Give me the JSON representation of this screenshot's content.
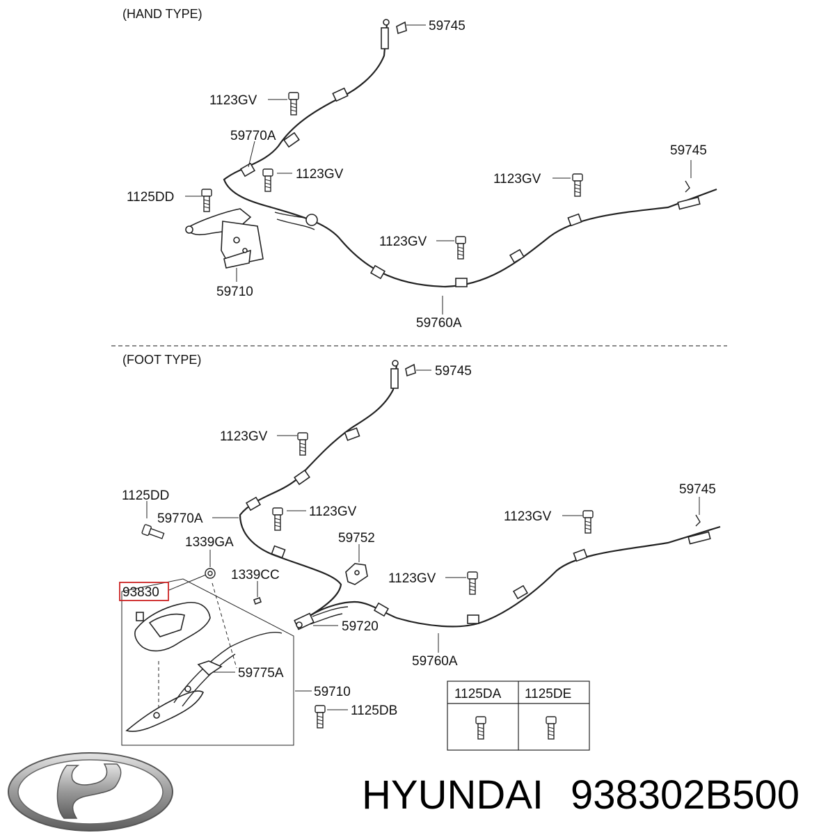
{
  "sections": {
    "hand": "(HAND TYPE)",
    "foot": "(FOOT TYPE)"
  },
  "hand_labels": {
    "c59745_top": "59745",
    "c1123gv_a": "1123GV",
    "c59770a": "59770A",
    "c1123gv_b": "1123GV",
    "c1125dd": "1125DD",
    "c59710": "59710",
    "c59745_right": "59745",
    "c1123gv_c": "1123GV",
    "c1123gv_d": "1123GV",
    "c59760a": "59760A"
  },
  "foot_labels": {
    "c59745_top": "59745",
    "c1123gv_a": "1123GV",
    "c1125dd": "1125DD",
    "c59770a": "59770A",
    "c1123gv_b": "1123GV",
    "c59745_right": "59745",
    "c1123gv_c": "1123GV",
    "c1339ga": "1339GA",
    "c59752": "59752",
    "c1339cc": "1339CC",
    "c93830": "93830",
    "c1123gv_d": "1123GV",
    "c59720": "59720",
    "c59760a": "59760A",
    "c59775a": "59775A",
    "c59710": "59710",
    "c1125db": "1125DB"
  },
  "bolt_table": {
    "col1": "1125DA",
    "col2": "1125DE"
  },
  "highlight_color": "#cc2222",
  "brand": {
    "name": "HYUNDAI",
    "part_number": "938302B500",
    "logo": "hyundai-logo"
  }
}
